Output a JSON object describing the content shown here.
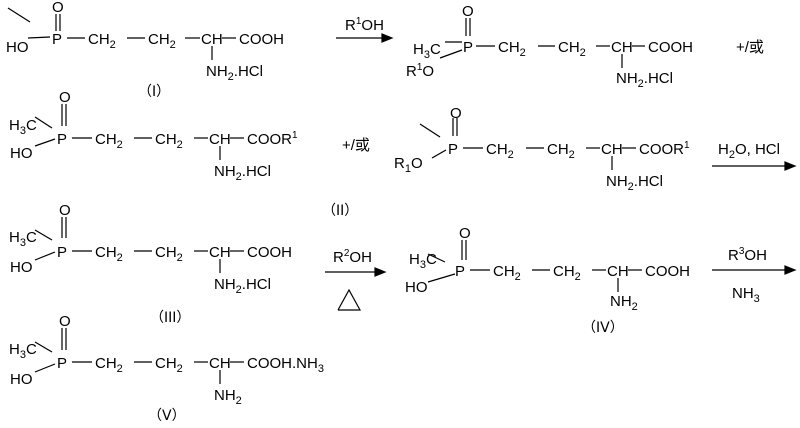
{
  "compounds": {
    "I": {
      "label": "（I）",
      "atoms": {
        "o": "O",
        "p": "P",
        "ho": "HO",
        "ch2a": "CH",
        "ch2a_sub": "2",
        "ch2b": "CH",
        "ch2b_sub": "2",
        "ch": "CH",
        "cooh": "COOH",
        "amine": "NH",
        "amine_sub": "2",
        "amine_tail": ".HCl"
      }
    },
    "II_top_ester": {
      "atoms": {
        "h3c": "H",
        "h3c_sub": "3",
        "h3c_tail": "C",
        "o": "O",
        "p": "P",
        "ro": "R",
        "ro_sup": "1",
        "ro_tail": "O",
        "ch2a": "CH",
        "ch2a_sub": "2",
        "ch2b": "CH",
        "ch2b_sub": "2",
        "ch": "CH",
        "cooh": "COOH",
        "amine": "NH",
        "amine_sub": "2",
        "amine_tail": ".HCl"
      },
      "connector": "+/或"
    },
    "II_left_ester": {
      "atoms": {
        "h3c": "H",
        "h3c_sub": "3",
        "h3c_tail": "C",
        "o": "O",
        "p": "P",
        "ho": "HO",
        "ch2a": "CH",
        "ch2a_sub": "2",
        "ch2b": "CH",
        "ch2b_sub": "2",
        "ch": "CH",
        "coor": "COOR",
        "coor_sup": "1",
        "amine": "NH",
        "amine_sub": "2",
        "amine_tail": ".HCl"
      },
      "connector": "+/或"
    },
    "II_diester": {
      "label": "（II）",
      "atoms": {
        "o": "O",
        "p": "P",
        "ro": "R",
        "ro_sub": "1",
        "ro_tail": "O",
        "ch2a": "CH",
        "ch2a_sub": "2",
        "ch2b": "CH",
        "ch2b_sub": "2",
        "ch": "CH",
        "coor": "COOR",
        "coor_sup": "1",
        "amine": "NH",
        "amine_sub": "2",
        "amine_tail": ".HCl"
      }
    },
    "III": {
      "label": "（III）",
      "atoms": {
        "h3c": "H",
        "h3c_sub": "3",
        "h3c_tail": "C",
        "o": "O",
        "p": "P",
        "ho": "HO",
        "ch2a": "CH",
        "ch2a_sub": "2",
        "ch2b": "CH",
        "ch2b_sub": "2",
        "ch": "CH",
        "cooh": "COOH",
        "amine": "NH",
        "amine_sub": "2",
        "amine_tail": ".HCl"
      }
    },
    "IV": {
      "label": "（IV）",
      "atoms": {
        "h3c": "H",
        "h3c_sub": "3",
        "h3c_tail": "C",
        "o": "O",
        "p": "P",
        "ho": "HO",
        "ch2a": "CH",
        "ch2a_sub": "2",
        "ch2b": "CH",
        "ch2b_sub": "2",
        "ch": "CH",
        "cooh": "COOH",
        "amine": "NH",
        "amine_sub": "2"
      }
    },
    "V": {
      "label": "（V）",
      "atoms": {
        "h3c": "H",
        "h3c_sub": "3",
        "h3c_tail": "C",
        "o": "O",
        "p": "P",
        "ho": "HO",
        "ch2a": "CH",
        "ch2a_sub": "2",
        "ch2b": "CH",
        "ch2b_sub": "2",
        "ch": "CH",
        "cooh": "COOH.NH",
        "cooh_sub": "3",
        "amine": "NH",
        "amine_sub": "2"
      }
    }
  },
  "arrows": {
    "a1": {
      "above": "R",
      "above_sup": "1",
      "above_tail": "OH"
    },
    "a2": {
      "above": "H",
      "above_sub": "2",
      "above_tail": "O, HCl"
    },
    "a3": {
      "above": "R",
      "above_sup": "2",
      "above_tail": "OH",
      "below_icon": "epoxide-icon"
    },
    "a4": {
      "above": "R",
      "above_sup": "3",
      "above_tail": "OH",
      "below": "NH",
      "below_sub": "3"
    }
  }
}
